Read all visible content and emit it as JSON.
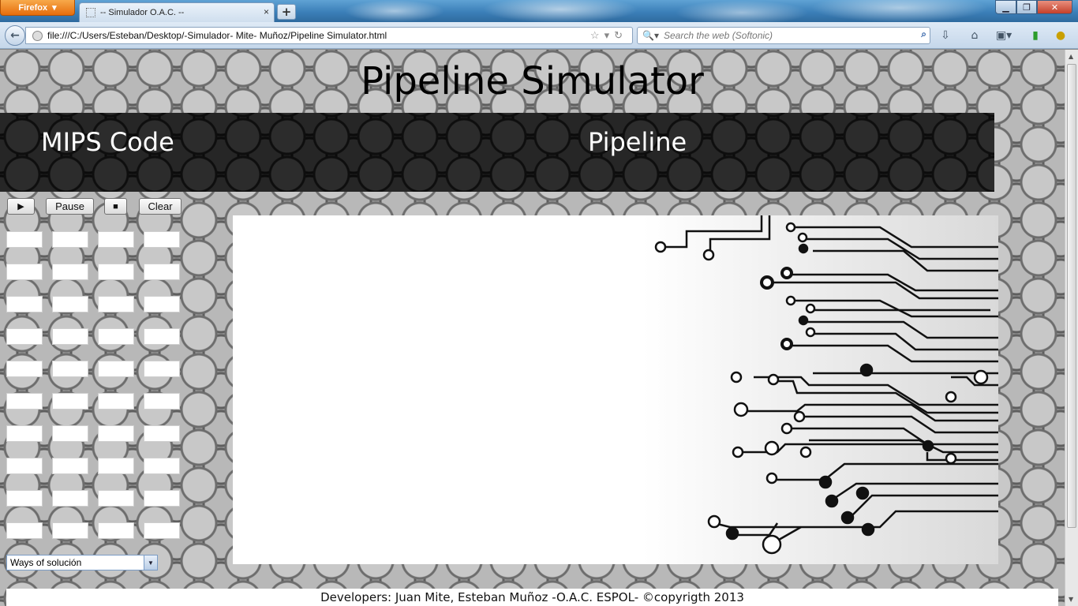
{
  "browser": {
    "app_button": "Firefox",
    "tab_title": "-- Simulador O.A.C. --",
    "url": "file:///C:/Users/Esteban/Desktop/-Simulador- Mite- Muñoz/Pipeline Simulator.html",
    "search_placeholder": "Search the web (Softonic)"
  },
  "page": {
    "title": "Pipeline Simulator",
    "mips_heading": "MIPS Code",
    "pipeline_heading": "Pipeline",
    "controls": {
      "play": "▶",
      "pause": "Pause",
      "stop": "■",
      "clear": "Clear"
    },
    "code_grid": {
      "rows": 10,
      "cols": 4
    },
    "ways_select": {
      "selected": "Ways of solución"
    },
    "footer": "Developers: Juan Mite, Esteban Muñoz -O.A.C. ESPOL- ©copyrigth 2013"
  },
  "icons": {
    "back": "arrow-left-icon",
    "globe": "globe-icon",
    "bookmark": "star-icon",
    "reload": "reload-icon",
    "search": "magnifier-icon",
    "download": "download-icon",
    "home": "home-icon"
  }
}
